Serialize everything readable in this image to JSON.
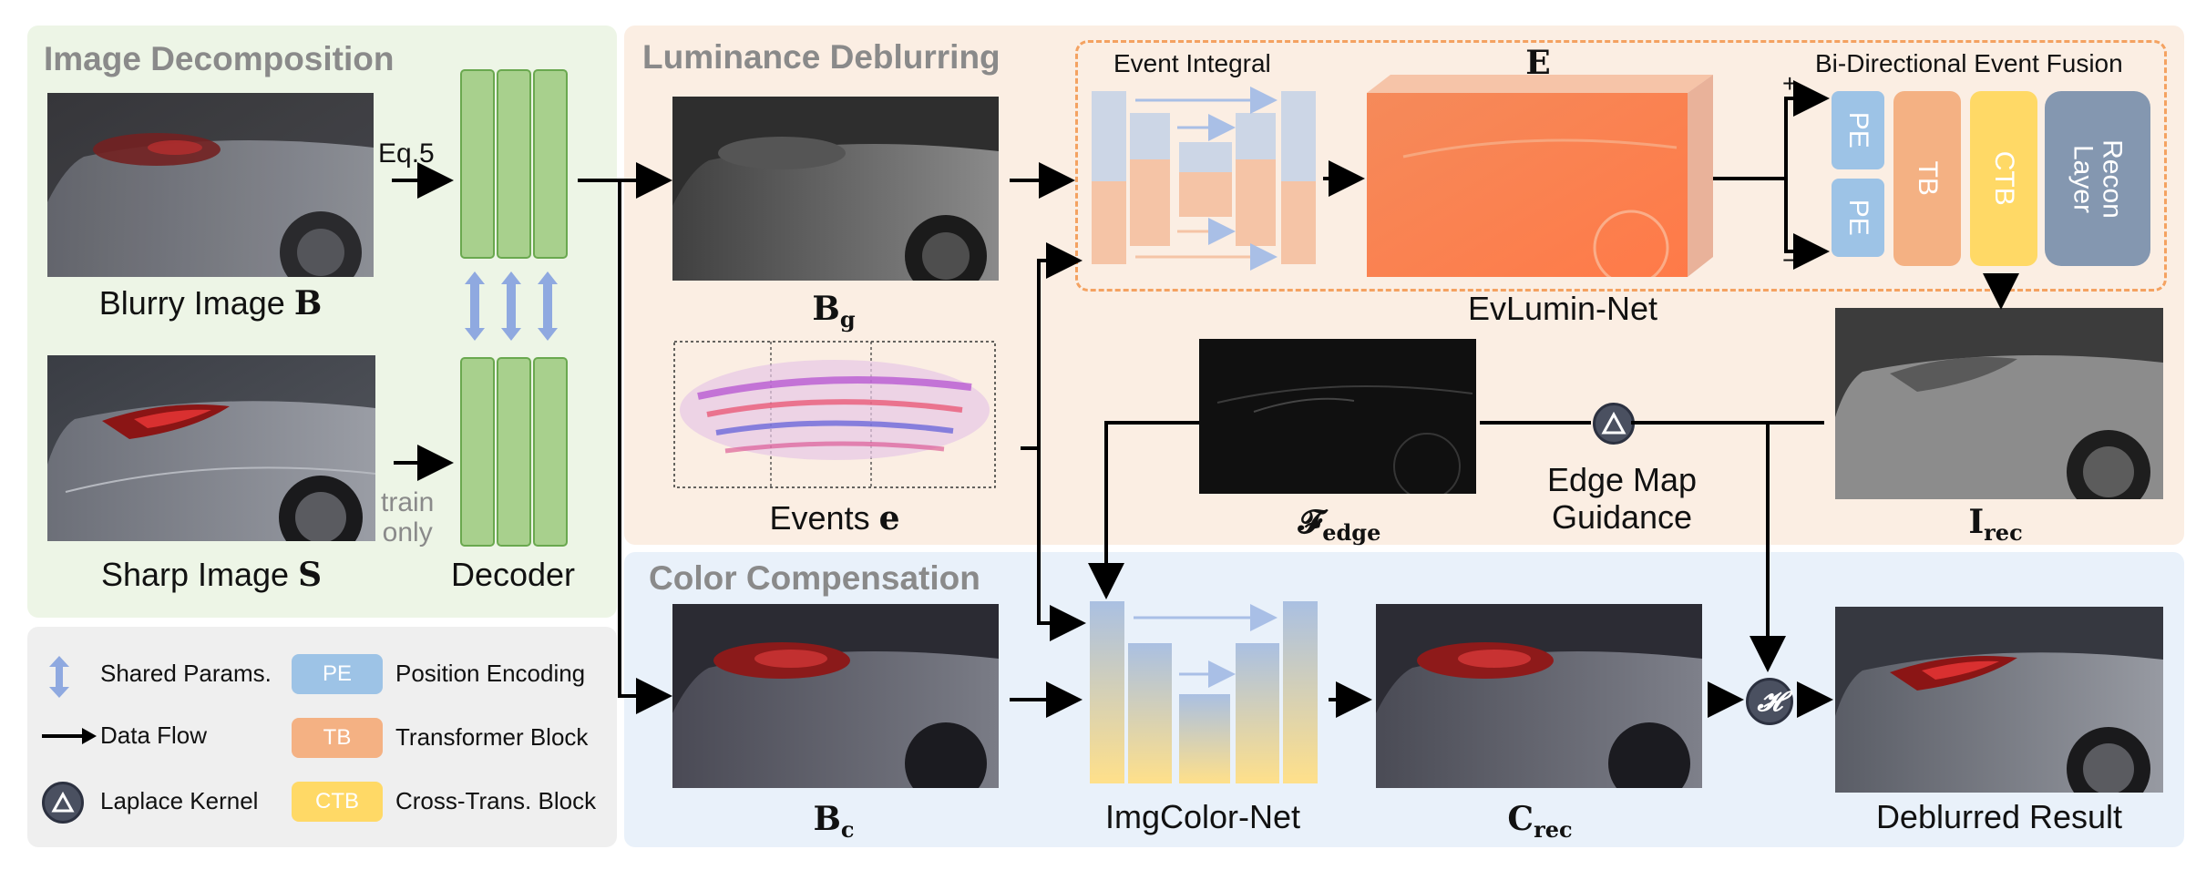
{
  "sections": {
    "decomposition": "Image Decomposition",
    "luminance": "Luminance Deblurring",
    "color": "Color Compensation"
  },
  "decomposition": {
    "eq_label": "Eq.5",
    "blurry_label": "Blurry Image ",
    "blurry_symbol": "B",
    "sharp_label": "Sharp Image ",
    "sharp_symbol": "S",
    "train_only": [
      "train",
      "only"
    ],
    "decoder_label": "Decoder"
  },
  "luminance": {
    "bg_symbol": "B",
    "bg_sub": "g",
    "events_label": "Events ",
    "events_symbol": "e",
    "event_integral": "Event Integral",
    "e_symbol": "E",
    "fusion_title": "Bi-Directional Event Fusion",
    "plus": "+",
    "minus": "−",
    "pe1": "PE",
    "pe2": "PE",
    "tb": "TB",
    "ctb": "CTB",
    "recon": "Recon Layer",
    "evlumin": "EvLumin-Net",
    "edge_symbol": "𝓕",
    "edge_sub": "edge",
    "edge_guidance": [
      "Edge Map",
      "Guidance"
    ],
    "irec_symbol": "I",
    "irec_sub": "rec"
  },
  "color": {
    "bc_symbol": "B",
    "bc_sub": "c",
    "imgcolor": "ImgColor-Net",
    "crec_symbol": "C",
    "crec_sub": "rec",
    "h_symbol": "𝓗",
    "result": "Deblurred Result"
  },
  "legend": {
    "shared": "Shared Params.",
    "flow": "Data Flow",
    "laplace": "Laplace Kernel",
    "pe_badge": "PE",
    "pe_text": "Position Encoding",
    "tb_badge": "TB",
    "tb_text": "Transformer Block",
    "ctb_badge": "CTB",
    "ctb_text": "Cross-Trans. Block"
  },
  "colors": {
    "green_panel": "#edf5e6",
    "orange_panel": "#fbeee3",
    "blue_panel": "#e9f1fa",
    "legend_panel": "#efefef",
    "decoder_green": "#a8d08d",
    "pe_blue": "#9dc3e6",
    "tb_orange": "#f4b183",
    "ctb_yellow": "#ffd966",
    "recon_gray": "#8497b0",
    "dashed_orange": "#f4a261"
  }
}
